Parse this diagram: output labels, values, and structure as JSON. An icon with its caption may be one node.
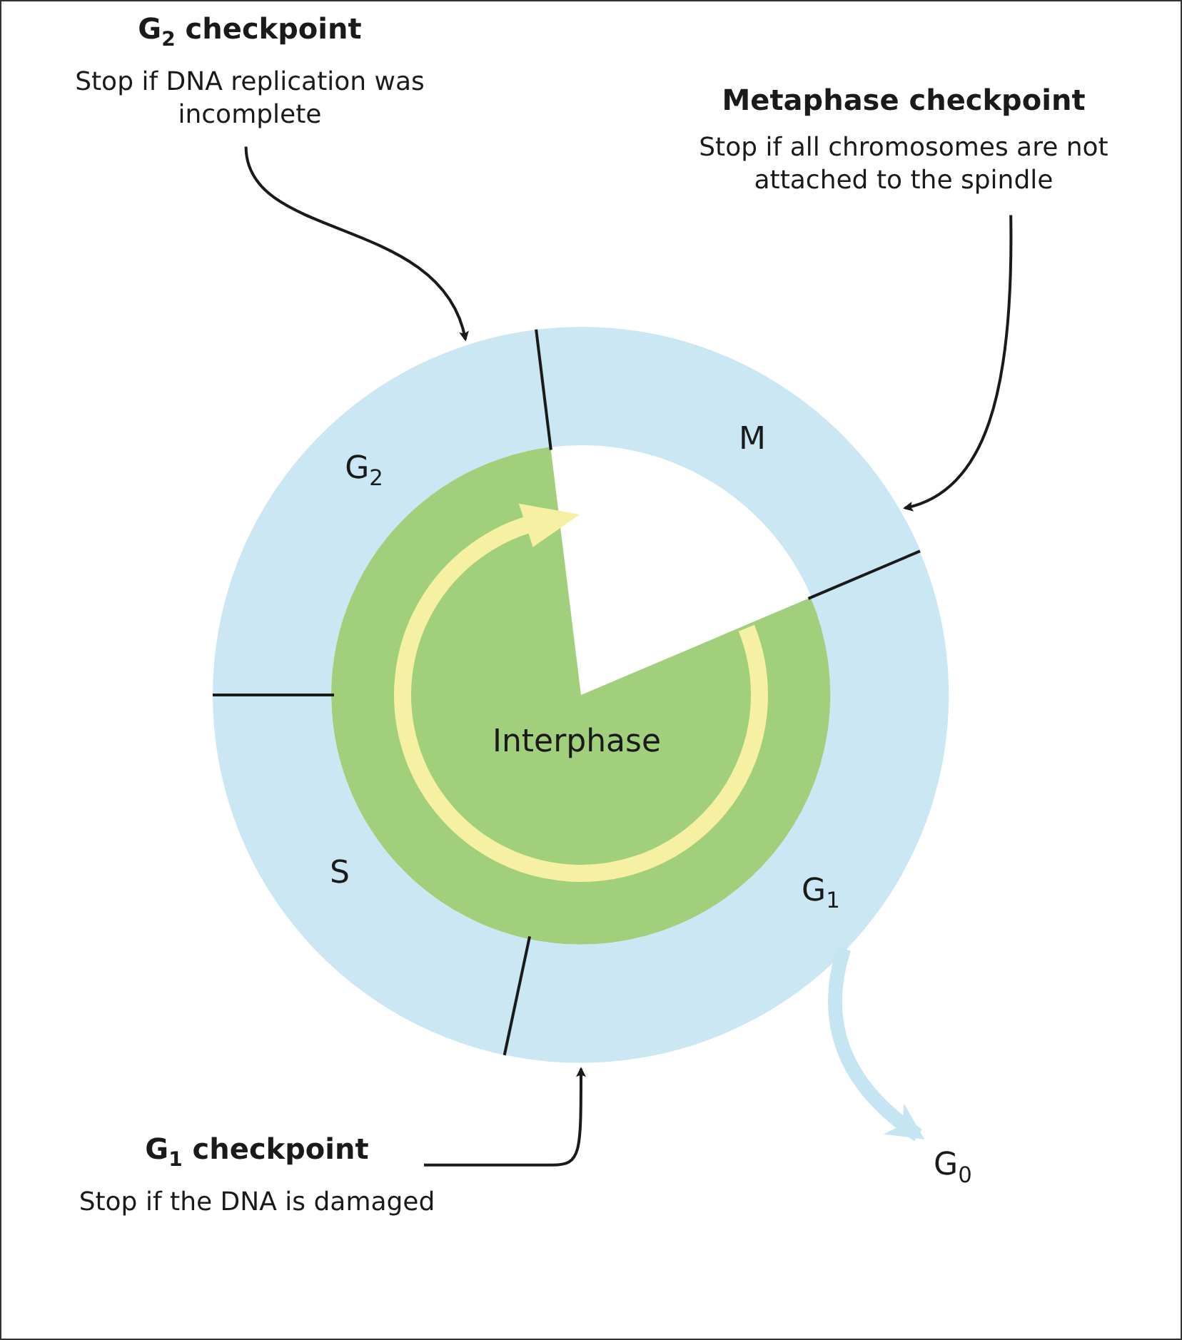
{
  "diagram": {
    "nodes": [
      {
        "text": [
          "G$_{2}$ checkpoint",
          "Stop if DNA replication was incomplete"
        ]
      },
      {
        "text": [
          "Metaphase checkpoint",
          "Stop if all chromosomes are not attached to the spindle"
        ]
      },
      {
        "text": [
          "M"
        ]
      },
      {
        "text": [
          "G$_{2}$"
        ]
      },
      {
        "text": [
          "Interphase"
        ]
      },
      {
        "text": [
          "S"
        ]
      },
      {
        "text": [
          "G$_{1}$"
        ]
      },
      {
        "text": [
          "G$_{1}$ checkpoint",
          "Stop if the DNA is damaged"
        ]
      },
      {
        "text": [
          "G$_{0}$"
        ]
      }
    ],
    "edges": [
      {
        "from": 0,
        "to": 3,
        "arrow": "to"
      },
      {
        "from": 1,
        "to": 2,
        "arrow": "to"
      },
      {
        "from": 7,
        "to": 6,
        "arrow": "to"
      },
      {
        "from": 6,
        "to": 8,
        "arrow": "to",
        "style": "thick",
        "color": "#c6e5f2"
      }
    ]
  }
}
